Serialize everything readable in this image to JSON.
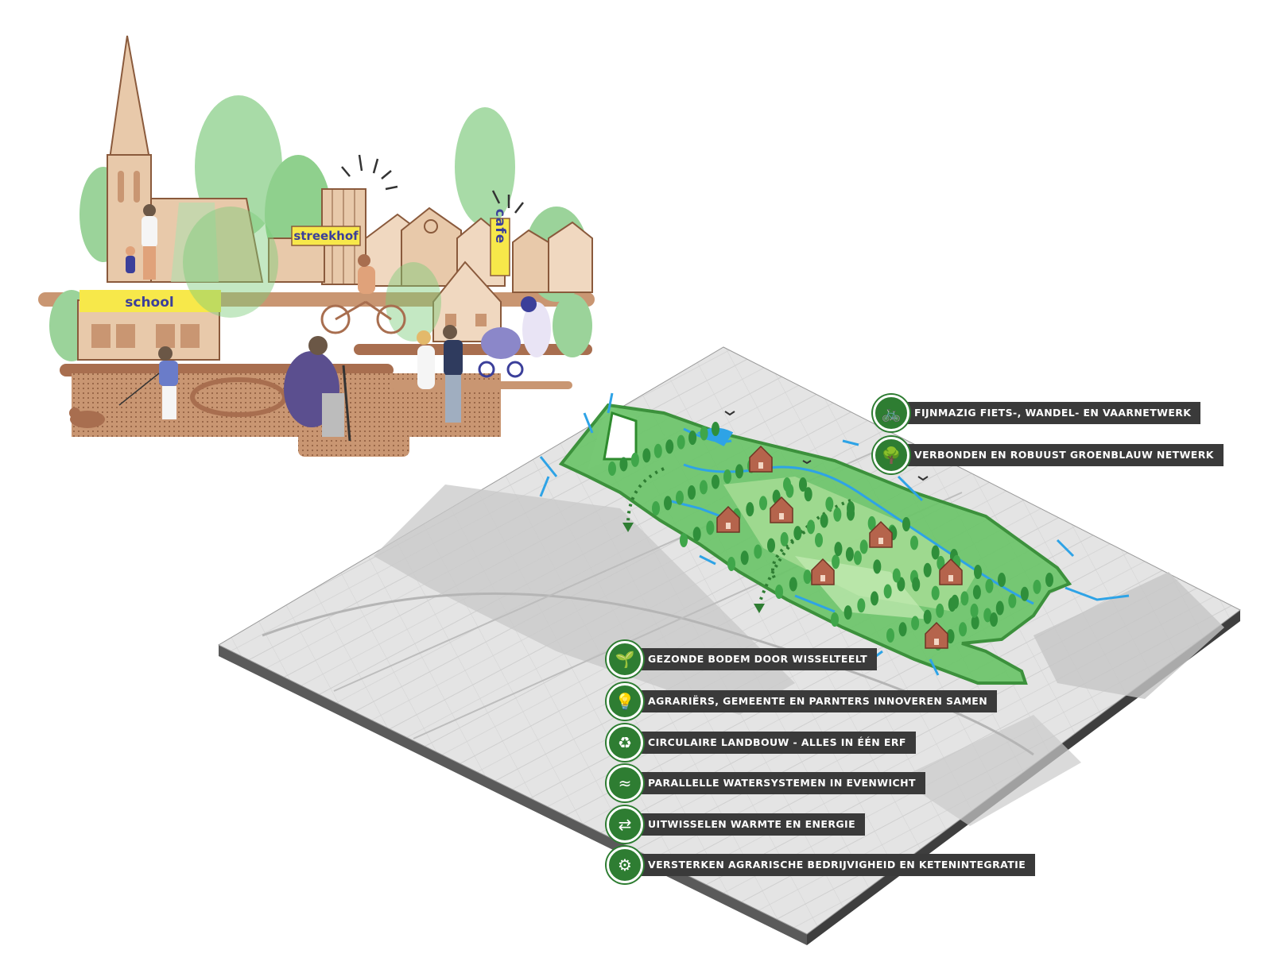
{
  "illustration": {
    "signs": {
      "school": "school",
      "streekhof": "streekhof",
      "cafe": "cafe"
    }
  },
  "legend": {
    "top": [
      {
        "icon": "bicycle-icon",
        "text": "FIJNMAZIG FIETS-, WANDEL- EN VAARNETWERK"
      },
      {
        "icon": "trees-icon",
        "text": "VERBONDEN EN ROBUUST GROENBLAUW NETWERK"
      }
    ],
    "bottom": [
      {
        "icon": "plant-icon",
        "text": "GEZONDE BODEM DOOR WISSELTEELT"
      },
      {
        "icon": "lightbulb-icon",
        "text": "AGRARIËRS, GEMEENTE EN PARNTERS INNOVEREN SAMEN"
      },
      {
        "icon": "recycle-icon",
        "text": "CIRCULAIRE LANDBOUW - ALLES IN ÉÉN ERF"
      },
      {
        "icon": "waves-icon",
        "text": "PARALLELLE WATERSYSTEMEN IN EVENWICHT"
      },
      {
        "icon": "shuffle-icon",
        "text": "UITWISSELEN WARMTE EN ENERGIE"
      },
      {
        "icon": "gears-icon",
        "text": "VERSTERKEN AGRARISCHE BEDRIJVIGHEID EN KETENINTEGRATIE"
      }
    ]
  },
  "colors": {
    "accent_green": "#2e7d32",
    "zone_green": "#6cc56a",
    "label_bar": "#3a3a3a",
    "water_blue": "#2ea3e6",
    "building": "#d9b08c",
    "sign_yellow": "#f7e84a"
  }
}
